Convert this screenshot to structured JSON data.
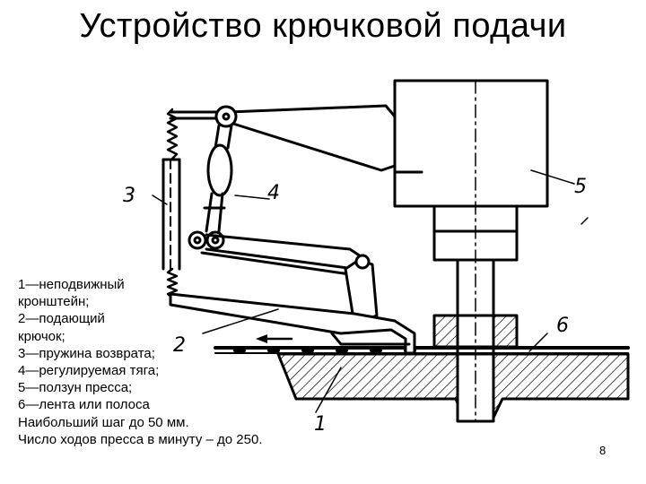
{
  "title": "Устройство крючковой подачи",
  "legend": [
    "1—неподвижный",
    "кронштейн;",
    "2—подающий",
    "крючок;",
    "3—пружина возврата;",
    "4—регулируемая тяга;",
    "5—ползун пресса;",
    "6—лента или полоса",
    "Наибольший шаг до 50 мм.",
    "Число ходов пресса в минуту – до 250."
  ],
  "part_labels": [
    "1",
    "2",
    "3",
    "4",
    "5",
    "6"
  ],
  "page_number": "8"
}
